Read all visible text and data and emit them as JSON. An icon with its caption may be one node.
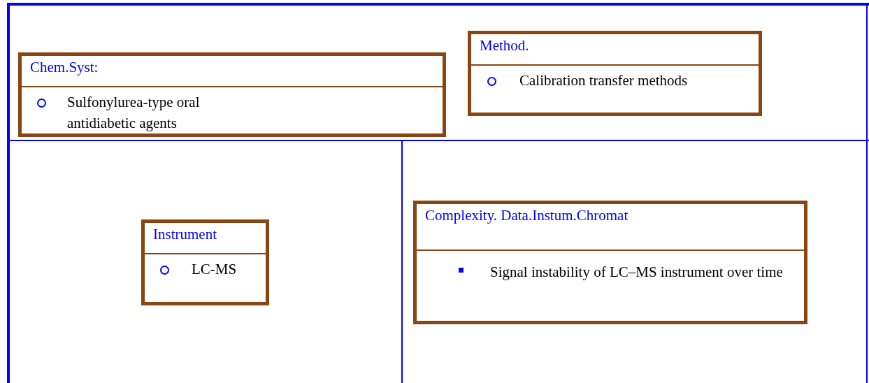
{
  "diagram": {
    "nodes": [
      {
        "text": [
          "Chem.Syst:",
          "Sulfonylurea-type oral antidiabetic agents"
        ]
      },
      {
        "text": [
          "Method.",
          "Calibration transfer methods"
        ]
      },
      {
        "text": [
          "Instrument",
          "LC-MS"
        ]
      },
      {
        "text": [
          "Complexity. Data.Instum.Chromat",
          "Signal instability of LC–MS instrument over time"
        ]
      }
    ]
  }
}
